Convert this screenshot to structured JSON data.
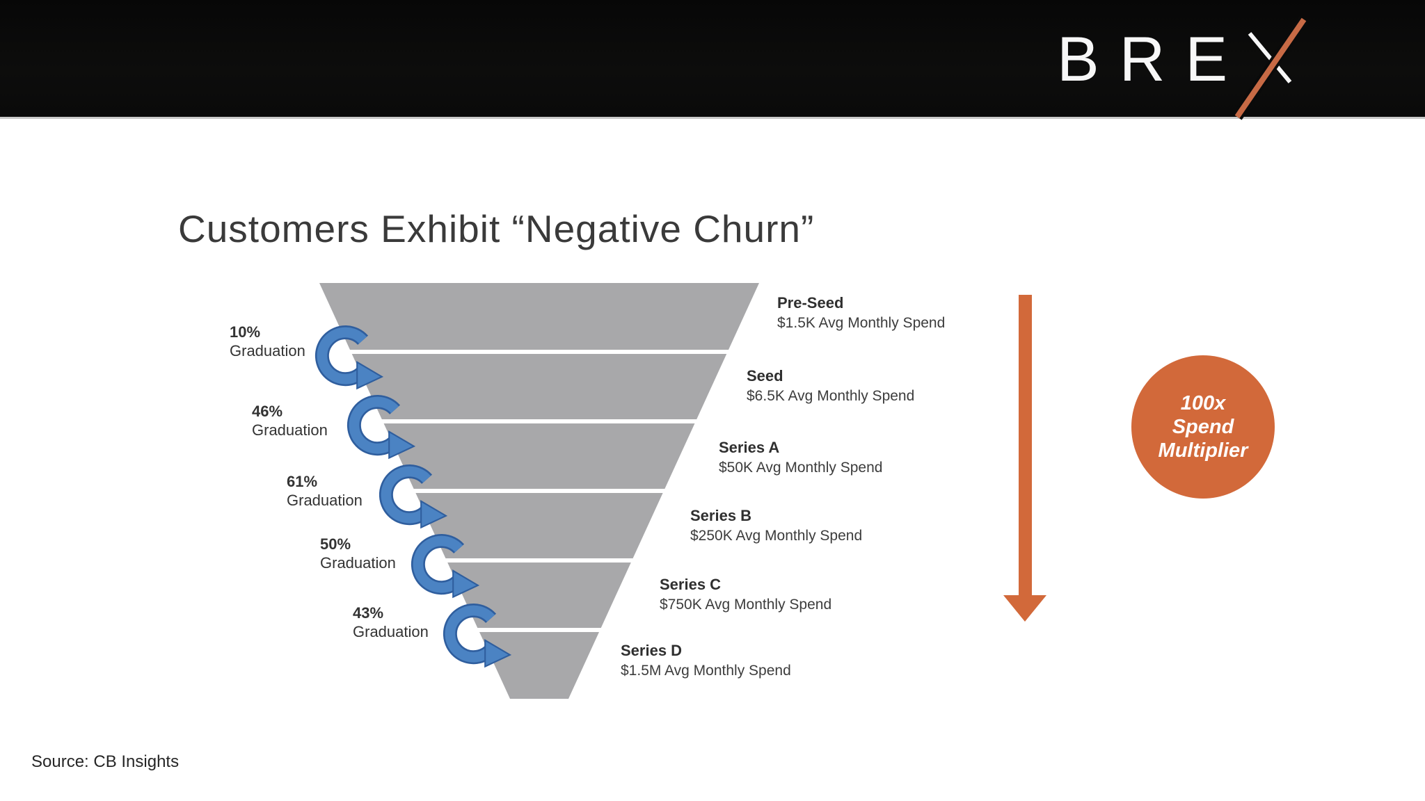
{
  "header": {
    "logo_prefix": "BRE",
    "logo_last_letter": "X",
    "logo_full": "BREX"
  },
  "slide": {
    "title": "Customers Exhibit “Negative Churn”",
    "source": "Source: CB Insights"
  },
  "chart_data": {
    "type": "funnel",
    "title": "Customers Exhibit “Negative Churn”",
    "orientation": "inverted-funnel-top-wide",
    "stages": [
      {
        "label": "Pre-Seed",
        "spend": "$1.5K Avg Monthly Spend"
      },
      {
        "label": "Seed",
        "spend": "$6.5K Avg Monthly Spend"
      },
      {
        "label": "Series A",
        "spend": "$50K Avg Monthly Spend"
      },
      {
        "label": "Series B",
        "spend": "$250K Avg Monthly Spend"
      },
      {
        "label": "Series C",
        "spend": "$750K Avg Monthly Spend"
      },
      {
        "label": "Series D",
        "spend": "$1.5M Avg Monthly Spend"
      }
    ],
    "graduations": [
      {
        "rate": "10%",
        "label": "Graduation",
        "between": "Pre-Seed → Seed"
      },
      {
        "rate": "46%",
        "label": "Graduation",
        "between": "Seed → Series A"
      },
      {
        "rate": "61%",
        "label": "Graduation",
        "between": "Series A → Series B"
      },
      {
        "rate": "50%",
        "label": "Graduation",
        "between": "Series B → Series C"
      },
      {
        "rate": "43%",
        "label": "Graduation",
        "between": "Series C → Series D"
      }
    ],
    "annotation": {
      "line1": "100x",
      "line2": "Spend",
      "line3": "Multiplier"
    },
    "source": "Source: CB Insights",
    "colors": {
      "funnel_gray": "#a8a8aa",
      "accent_orange": "#d2693a",
      "arrow_blue": "#4b83c3",
      "arrow_blue_dark": "#2f5e9e",
      "header_bg": "#0a0a0a"
    }
  }
}
